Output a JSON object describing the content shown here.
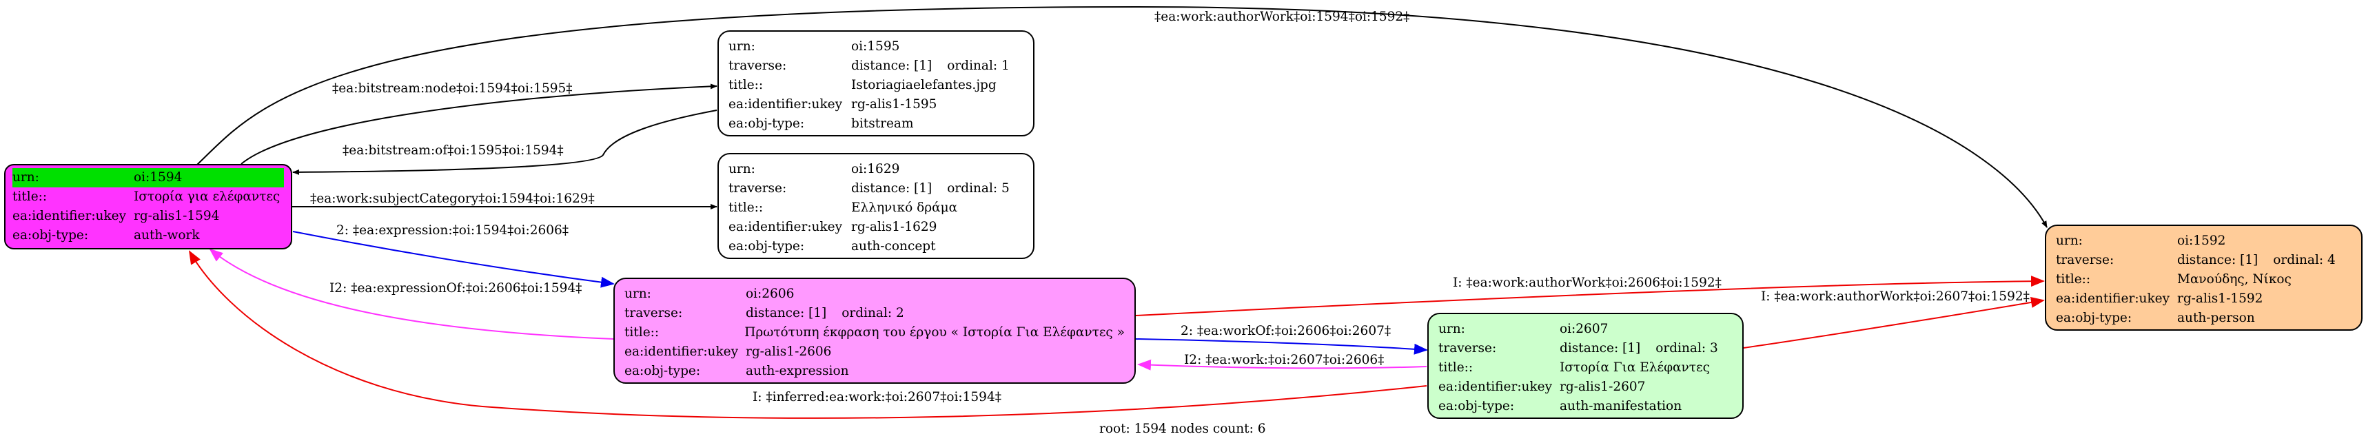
{
  "colors": {
    "work_fill": "#ff33ff",
    "work_urn_highlight": "#00e000",
    "plain_fill": "#ffffff",
    "expression_fill": "#ff99ff",
    "manifestation_fill": "#ccffcc",
    "person_fill": "#ffcc99",
    "edge_black": "#000000",
    "edge_blue": "#0000ee",
    "edge_magenta": "#ff33ff",
    "edge_red": "#ee0000"
  },
  "nodes": {
    "work": {
      "urn_key": "urn:",
      "urn": "oi:1594",
      "title_key": "title::",
      "title": "Ιστορία για ελέφαντες",
      "ukey_key": "ea:identifier:ukey",
      "ukey": "rg-alis1-1594",
      "type_key": "ea:obj-type:",
      "type": "auth-work"
    },
    "bitstream": {
      "urn_key": "urn:",
      "urn": "oi:1595",
      "traverse_key": "traverse:",
      "distance": "distance: [1]",
      "ordinal": "ordinal: 1",
      "title_key": "title::",
      "title": "Istoriagiaelefantes.jpg",
      "ukey_key": "ea:identifier:ukey",
      "ukey": "rg-alis1-1595",
      "type_key": "ea:obj-type:",
      "type": "bitstream"
    },
    "concept": {
      "urn_key": "urn:",
      "urn": "oi:1629",
      "traverse_key": "traverse:",
      "distance": "distance: [1]",
      "ordinal": "ordinal: 5",
      "title_key": "title::",
      "title": "Ελληνικό δράμα",
      "ukey_key": "ea:identifier:ukey",
      "ukey": "rg-alis1-1629",
      "type_key": "ea:obj-type:",
      "type": "auth-concept"
    },
    "expression": {
      "urn_key": "urn:",
      "urn": "oi:2606",
      "traverse_key": "traverse:",
      "distance": "distance: [1]",
      "ordinal": "ordinal: 2",
      "title_key": "title::",
      "title": "Πρωτότυπη έκφραση του έργου « Ιστορία Για Ελέφαντες »",
      "ukey_key": "ea:identifier:ukey",
      "ukey": "rg-alis1-2606",
      "type_key": "ea:obj-type:",
      "type": "auth-expression"
    },
    "manifestation": {
      "urn_key": "urn:",
      "urn": "oi:2607",
      "traverse_key": "traverse:",
      "distance": "distance: [1]",
      "ordinal": "ordinal: 3",
      "title_key": "title::",
      "title": "Ιστορία Για Ελέφαντες",
      "ukey_key": "ea:identifier:ukey",
      "ukey": "rg-alis1-2607",
      "type_key": "ea:obj-type:",
      "type": "auth-manifestation"
    },
    "person": {
      "urn_key": "urn:",
      "urn": "oi:1592",
      "traverse_key": "traverse:",
      "distance": "distance: [1]",
      "ordinal": "ordinal: 4",
      "title_key": "title::",
      "title": "Μανούδης, Νίκος",
      "ukey_key": "ea:identifier:ukey",
      "ukey": "rg-alis1-1592",
      "type_key": "ea:obj-type:",
      "type": "auth-person"
    }
  },
  "edges": {
    "author_work": "‡ea:work:authorWork‡oi:1594‡oi:1592‡",
    "bitstream_node": "‡ea:bitstream:node‡oi:1594‡oi:1595‡",
    "bitstream_of": "‡ea:bitstream:of‡oi:1595‡oi:1594‡",
    "subject_category": "‡ea:work:subjectCategory‡oi:1594‡oi:1629‡",
    "expression": "2: ‡ea:expression:‡oi:1594‡oi:2606‡",
    "expression_of": "I2: ‡ea:expressionOf:‡oi:2606‡oi:1594‡",
    "author_work_2606": "I: ‡ea:work:authorWork‡oi:2606‡oi:1592‡",
    "work_of": "2: ‡ea:workOf:‡oi:2606‡oi:2607‡",
    "work_2607": "I2: ‡ea:work:‡oi:2607‡oi:2606‡",
    "author_work_2607": "I: ‡ea:work:authorWork‡oi:2607‡oi:1592‡",
    "inferred_work": "I: ‡inferred:ea:work:‡oi:2607‡oi:1594‡"
  },
  "footer": "root: 1594 nodes count: 6"
}
